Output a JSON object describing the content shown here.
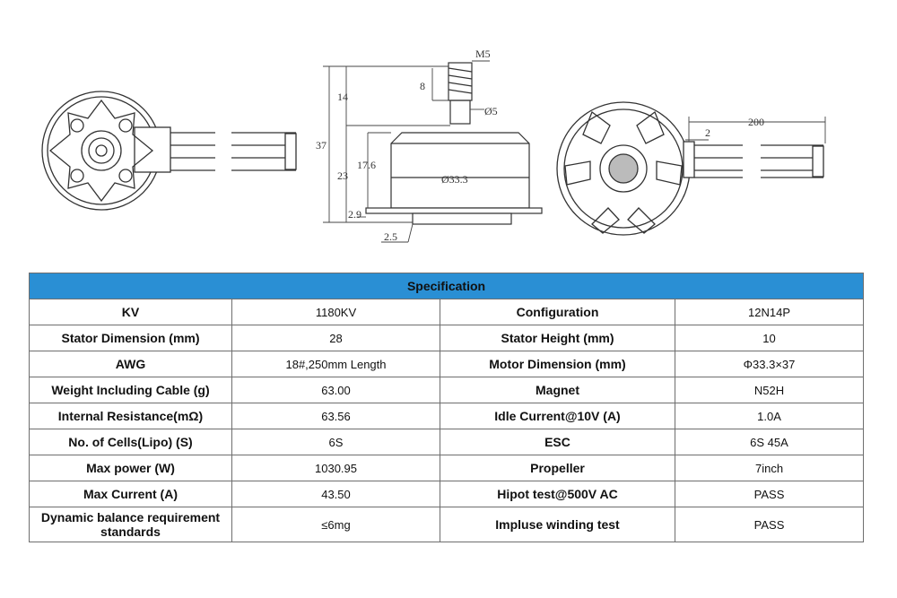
{
  "drawing": {
    "dims": {
      "m5": "M5",
      "d8": "8",
      "d14": "14",
      "d37": "37",
      "d5": "Ø5",
      "d17_6": "17.6",
      "d23": "23",
      "d33_3": "Ø33.3",
      "d2_9": "2.9",
      "d2_5": "2.5",
      "d200": "200",
      "d2": "2"
    }
  },
  "spec": {
    "title": "Specification",
    "rows": [
      {
        "l1": "KV",
        "v1": "1180KV",
        "l2": "Configuration",
        "v2": "12N14P"
      },
      {
        "l1": "Stator Dimension (mm)",
        "v1": "28",
        "l2": "Stator Height (mm)",
        "v2": "10"
      },
      {
        "l1": "AWG",
        "v1": "18#,250mm Length",
        "l2": "Motor Dimension (mm)",
        "v2": "Φ33.3×37"
      },
      {
        "l1": "Weight Including Cable (g)",
        "v1": "63.00",
        "l2": "Magnet",
        "v2": "N52H"
      },
      {
        "l1": "Internal Resistance(mΩ)",
        "v1": "63.56",
        "l2": "Idle Current@10V (A)",
        "v2": "1.0A"
      },
      {
        "l1": "No. of Cells(Lipo) (S)",
        "v1": "6S",
        "l2": "ESC",
        "v2": "6S 45A"
      },
      {
        "l1": "Max power (W)",
        "v1": "1030.95",
        "l2": "Propeller",
        "v2": "7inch"
      },
      {
        "l1": "Max Current (A)",
        "v1": "43.50",
        "l2": "Hipot test@500V AC",
        "v2": "PASS"
      },
      {
        "l1": "Dynamic balance requirement standards",
        "v1": "≤6mg",
        "l2": "Impluse winding test",
        "v2": "PASS"
      }
    ]
  }
}
